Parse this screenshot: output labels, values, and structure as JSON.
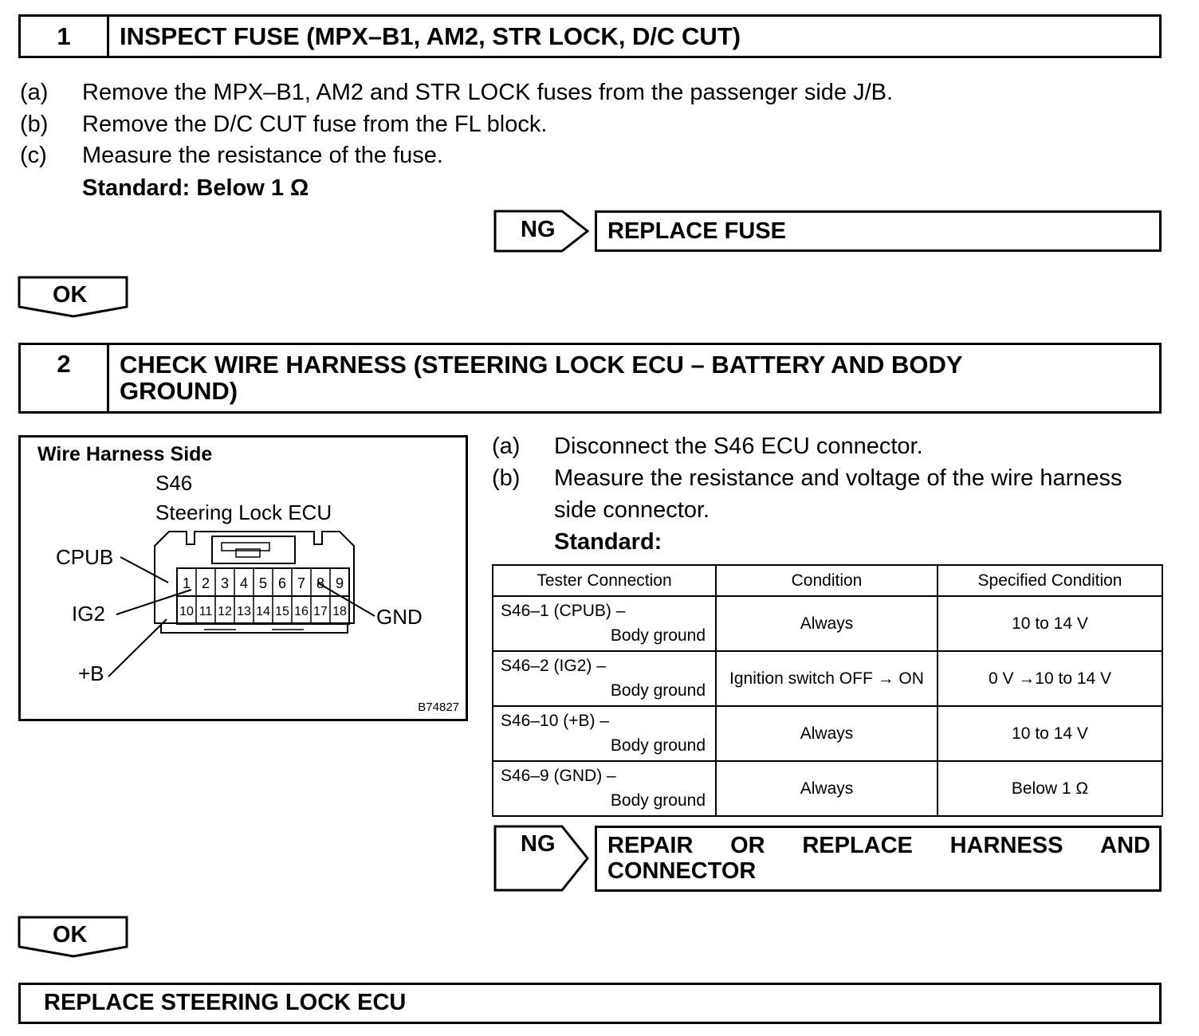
{
  "step1": {
    "number": "1",
    "title": "INSPECT FUSE (MPX–B1, AM2, STR LOCK, D/C CUT)",
    "items": [
      {
        "key": "(a)",
        "text": "Remove the MPX–B1, AM2 and STR LOCK fuses from the passenger side J/B."
      },
      {
        "key": "(b)",
        "text": "Remove the D/C CUT fuse from the FL block."
      },
      {
        "key": "(c)",
        "text": "Measure the resistance of the fuse."
      }
    ],
    "standard": "Standard: Below 1 Ω",
    "ng_label": "NG",
    "ng_result": "REPLACE FUSE",
    "ok_label": "OK"
  },
  "step2": {
    "number": "2",
    "title_line1": "CHECK WIRE HARNESS (STEERING LOCK ECU – BATTERY AND BODY",
    "title_line2": "GROUND)",
    "items": [
      {
        "key": "(a)",
        "text": "Disconnect the S46 ECU connector."
      },
      {
        "key": "(b)",
        "text": "Measure the resistance and voltage of the wire harness"
      }
    ],
    "item_b_cont": "side connector.",
    "standard_label": "Standard:",
    "ng_label": "NG",
    "ng_result_line1_words": [
      "REPAIR",
      "OR",
      "REPLACE",
      "HARNESS",
      "AND"
    ],
    "ng_result_line2": "CONNECTOR",
    "ok_label": "OK"
  },
  "diagram": {
    "heading": "Wire Harness Side",
    "connector_id": "S46",
    "connector_name": "Steering Lock ECU",
    "labels": {
      "cpub": "CPUB",
      "ig2": "IG2",
      "plus_b": "+B",
      "gnd": "GND"
    },
    "pins_top": [
      "1",
      "2",
      "3",
      "4",
      "5",
      "6",
      "7",
      "8",
      "9"
    ],
    "pins_bottom": [
      "10",
      "11",
      "12",
      "13",
      "14",
      "15",
      "16",
      "17",
      "18"
    ],
    "figure_code": "B74827"
  },
  "spec_table": {
    "headers": [
      "Tester Connection",
      "Condition",
      "Specified Condition"
    ],
    "rows": [
      {
        "conn1": "S46–1 (CPUB) –",
        "conn2": "Body ground",
        "condition": "Always",
        "spec": "10 to 14 V"
      },
      {
        "conn1": "S46–2 (IG2) –",
        "conn2": "Body ground",
        "condition": "Ignition switch OFF → ON",
        "spec": "0 V →10 to 14 V"
      },
      {
        "conn1": "S46–10 (+B) –",
        "conn2": "Body ground",
        "condition": "Always",
        "spec": "10 to 14 V"
      },
      {
        "conn1": "S46–9 (GND) –",
        "conn2": "Body ground",
        "condition": "Always",
        "spec": "Below 1 Ω"
      }
    ]
  },
  "final": {
    "title": "REPLACE STEERING LOCK ECU"
  }
}
